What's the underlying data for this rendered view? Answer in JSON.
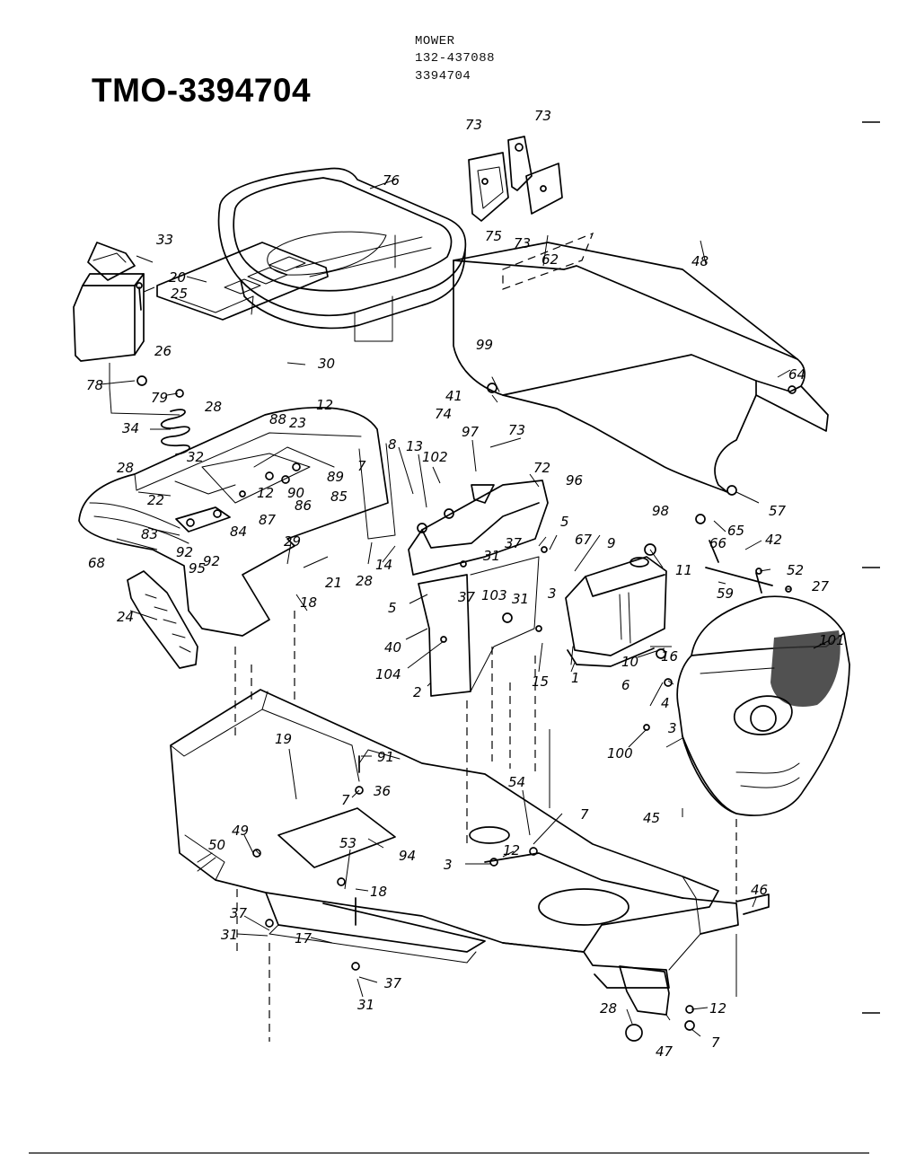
{
  "header": {
    "title": "TMO-3394704",
    "lines": [
      "MOWER",
      "132-437088",
      "3394704"
    ]
  },
  "callouts": [
    "73",
    "73",
    "75",
    "73",
    "76",
    "33",
    "25",
    "20",
    "26",
    "30",
    "78",
    "79",
    "62",
    "48",
    "99",
    "64",
    "34",
    "28",
    "88",
    "23",
    "12",
    "7",
    "32",
    "89",
    "28",
    "22",
    "90",
    "85",
    "12",
    "86",
    "87",
    "83",
    "84",
    "92",
    "95",
    "92",
    "68",
    "29",
    "21",
    "18",
    "24",
    "28",
    "14",
    "8",
    "13",
    "102",
    "97",
    "74",
    "73",
    "72",
    "96",
    "41",
    "5",
    "37",
    "31",
    "67",
    "9",
    "11",
    "31",
    "37",
    "103",
    "3",
    "5",
    "40",
    "104",
    "2",
    "15",
    "1",
    "98",
    "66",
    "65",
    "57",
    "42",
    "52",
    "27",
    "59",
    "101",
    "16",
    "10",
    "6",
    "4",
    "100",
    "3",
    "45",
    "91",
    "19",
    "36",
    "7",
    "54",
    "7",
    "49",
    "50",
    "53",
    "94",
    "3",
    "12",
    "18",
    "46",
    "37",
    "31",
    "17",
    "37",
    "31",
    "28",
    "12",
    "47",
    "7"
  ]
}
